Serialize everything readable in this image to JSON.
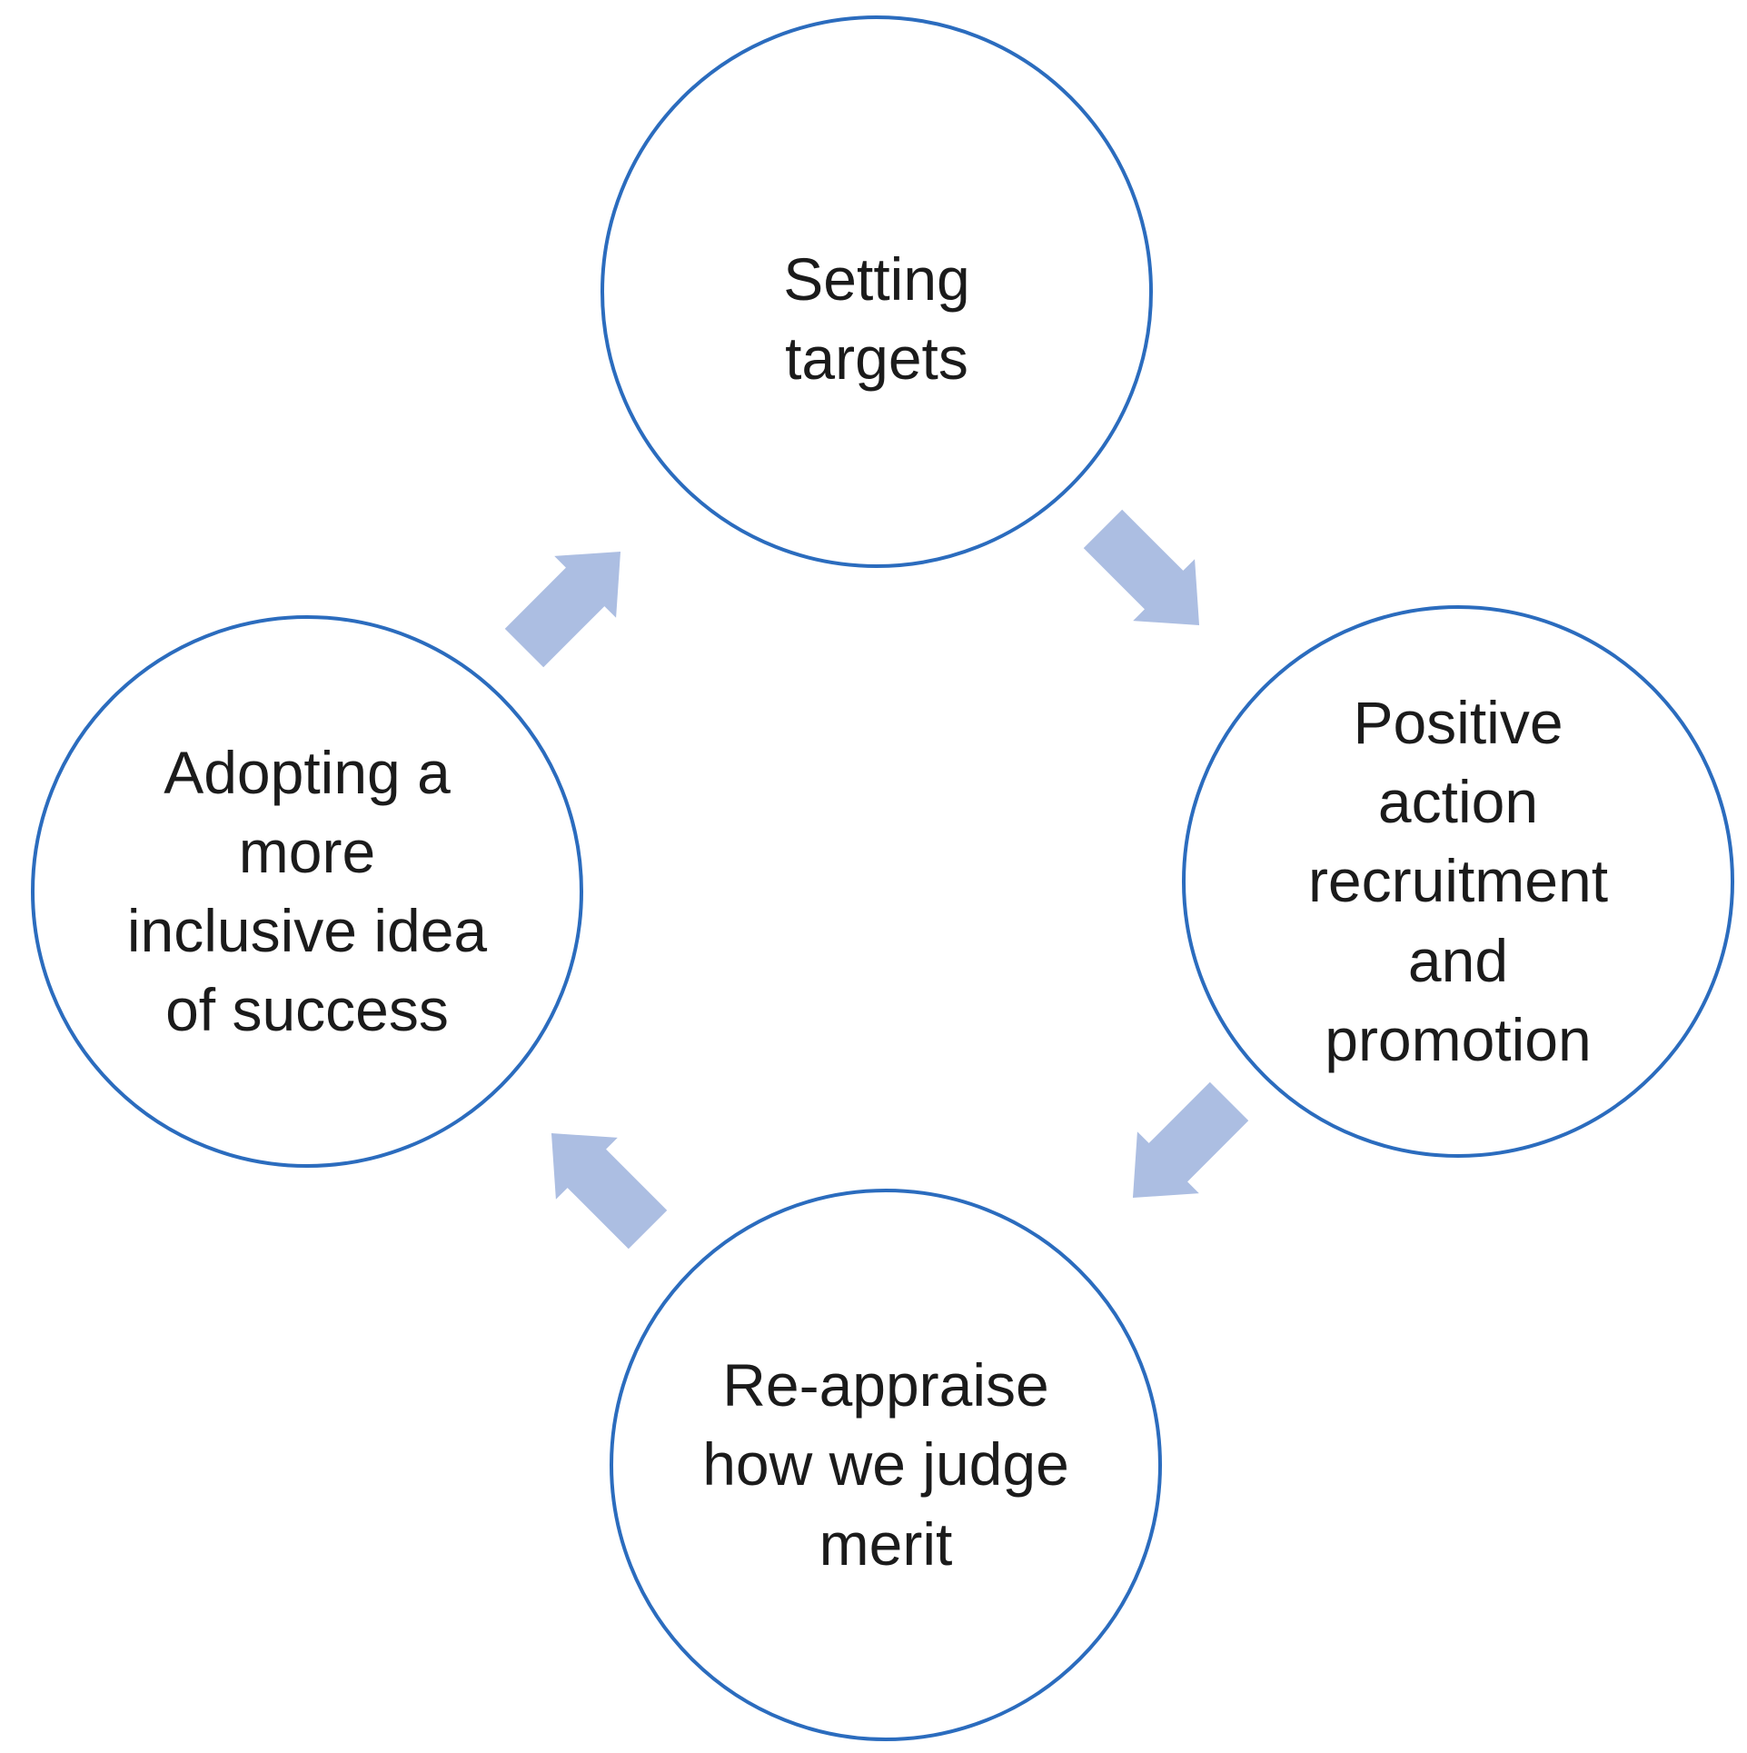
{
  "diagram": {
    "type": "cycle",
    "nodes": [
      {
        "id": "setting-targets",
        "position": "top",
        "label": "Setting\ntargets"
      },
      {
        "id": "positive-action-recruitment-and-promotion",
        "position": "right",
        "label": "Positive\naction\nrecruitment\nand\npromotion"
      },
      {
        "id": "re-appraise-how-we-judge-merit",
        "position": "bottom",
        "label": "Re-appraise\nhow we judge\nmerit"
      },
      {
        "id": "adopting-more-inclusive-idea-of-success",
        "position": "left",
        "label": "Adopting a\nmore\ninclusive idea\nof success"
      }
    ],
    "arrows": [
      {
        "from": "setting-targets",
        "to": "positive-action-recruitment-and-promotion",
        "direction": "southeast"
      },
      {
        "from": "positive-action-recruitment-and-promotion",
        "to": "re-appraise-how-we-judge-merit",
        "direction": "southwest"
      },
      {
        "from": "re-appraise-how-we-judge-merit",
        "to": "adopting-more-inclusive-idea-of-success",
        "direction": "northwest"
      },
      {
        "from": "adopting-more-inclusive-idea-of-success",
        "to": "setting-targets",
        "direction": "northeast"
      }
    ]
  },
  "colors": {
    "circle_stroke": "#2B6CBE",
    "arrow_fill": "#ACBEE2",
    "text": "#1B1B1B",
    "background": "#FFFFFF"
  }
}
